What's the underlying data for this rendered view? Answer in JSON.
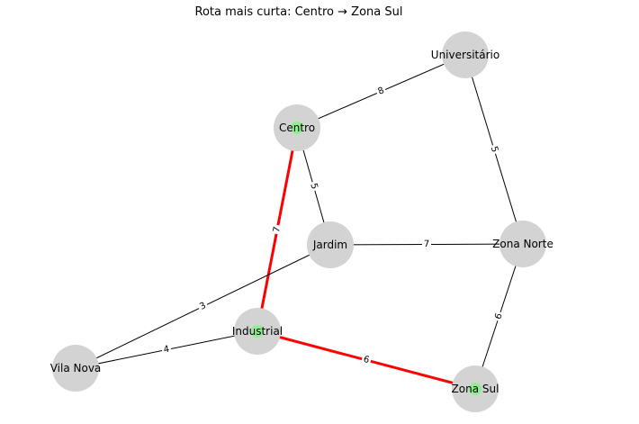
{
  "title": "Rota mais curta: Centro → Zona Sul",
  "colors": {
    "node_default": "#d3d3d3",
    "node_path_marker": "#90ee90",
    "edge_default": "#000000",
    "edge_path": "#ff0000",
    "edge_label_bg": "#ffffff"
  },
  "nodes": [
    {
      "id": "universitario",
      "label": "Universitário",
      "on_path": false
    },
    {
      "id": "centro",
      "label": "Centro",
      "on_path": true
    },
    {
      "id": "jardim",
      "label": "Jardim",
      "on_path": false
    },
    {
      "id": "zona_norte",
      "label": "Zona Norte",
      "on_path": false
    },
    {
      "id": "industrial",
      "label": "Industrial",
      "on_path": true
    },
    {
      "id": "vila_nova",
      "label": "Vila Nova",
      "on_path": false
    },
    {
      "id": "zona_sul",
      "label": "Zona Sul",
      "on_path": true
    }
  ],
  "edges": [
    {
      "from": "centro",
      "to": "universitario",
      "weight": "8",
      "on_path": false
    },
    {
      "from": "universitario",
      "to": "zona_norte",
      "weight": "5",
      "on_path": false
    },
    {
      "from": "centro",
      "to": "jardim",
      "weight": "5",
      "on_path": false
    },
    {
      "from": "centro",
      "to": "industrial",
      "weight": "7",
      "on_path": true
    },
    {
      "from": "jardim",
      "to": "zona_norte",
      "weight": "7",
      "on_path": false
    },
    {
      "from": "jardim",
      "to": "vila_nova",
      "weight": "3",
      "on_path": false
    },
    {
      "from": "zona_norte",
      "to": "zona_sul",
      "weight": "6",
      "on_path": false
    },
    {
      "from": "vila_nova",
      "to": "industrial",
      "weight": "4",
      "on_path": false
    },
    {
      "from": "industrial",
      "to": "zona_sul",
      "weight": "6",
      "on_path": true
    }
  ]
}
